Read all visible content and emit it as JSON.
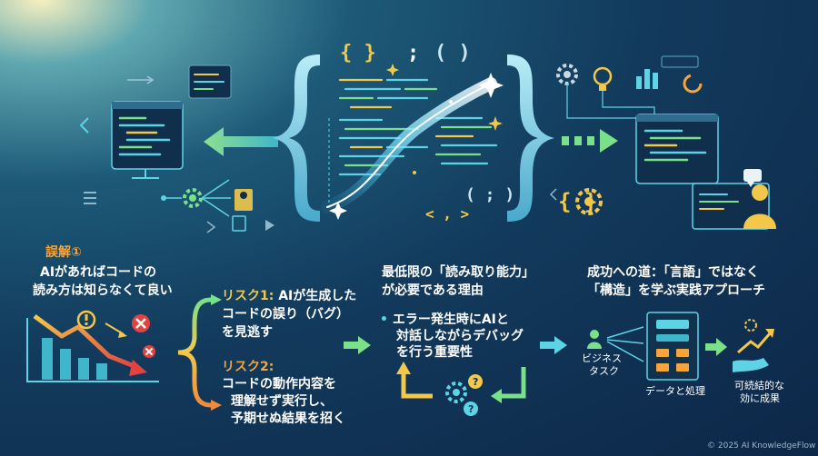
{
  "misconception": {
    "heading": "誤解①",
    "line1": "AIがあればコードの",
    "line2": "読み方は知らなくて良い"
  },
  "risk1": {
    "label": "リスク1:",
    "text1": "AIが生成した",
    "line2": "コードの誤り（バグ）",
    "line3": "を見逃す"
  },
  "risk2": {
    "label": "リスク2:",
    "line1": "コードの動作内容を",
    "line2": "理解せず実行し、",
    "line3": "予期せぬ結果を招く"
  },
  "reading": {
    "title1": "最低限の「読み取り能力」",
    "title2": "が必要である理由",
    "bullet1": "エラー発生時にAIと",
    "bullet2": "対話しながらデバッグ",
    "bullet3": "を行う重要性"
  },
  "success": {
    "title1": "成功への道：「言語」ではなく",
    "title2": "「構造」を学ぶ実践アプローチ",
    "business1": "ビジネス",
    "business2": "タスク",
    "data_processing": "データと処理",
    "result1": "可続結的な",
    "result2": "効に成果"
  },
  "glyphs": {
    "braces": "{ }",
    "semicolon": ";",
    "parens": "( )",
    "paren_semicolon": "( ; )",
    "angle_comma": "< , >",
    "gear_braces": "{ }"
  },
  "colors": {
    "orange": "#f6a43c",
    "cyan": "#5fd3e6",
    "green": "#7be08a",
    "yellow": "#f3c84a",
    "red": "#e2433f",
    "teal_panel": "#163f5e"
  },
  "footer": {
    "copyright": "© 2025 AI KnowledgeFlow"
  }
}
